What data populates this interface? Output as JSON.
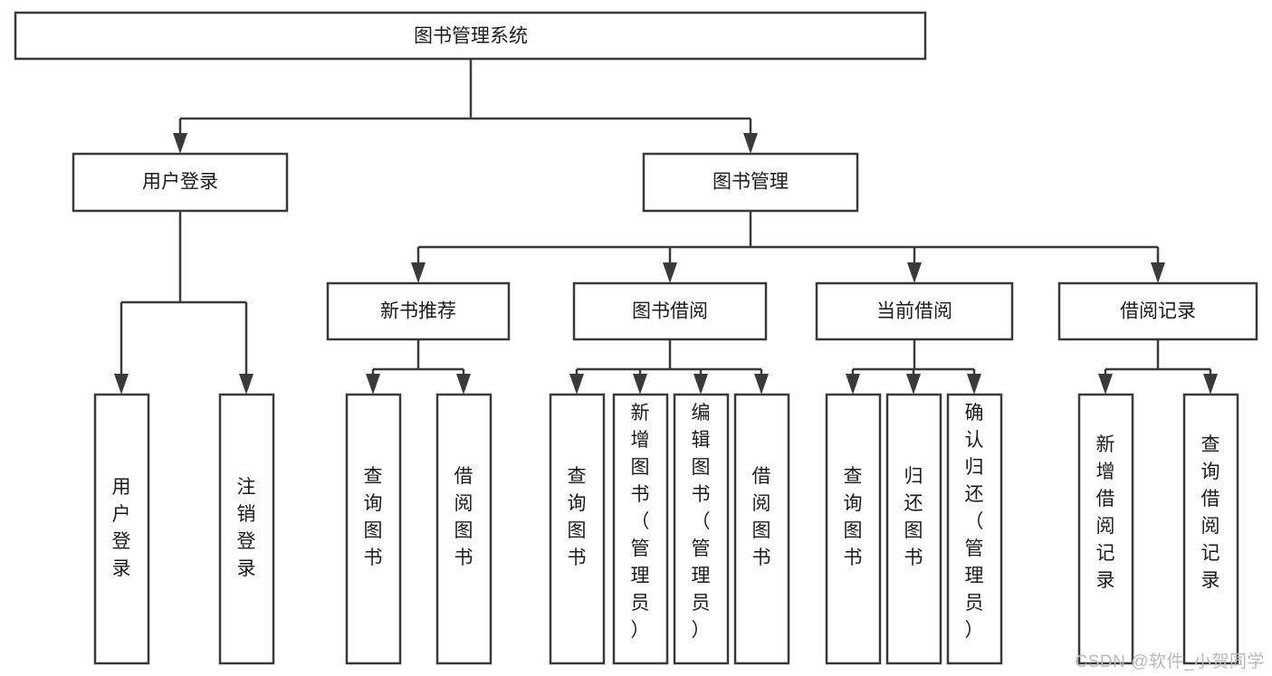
{
  "diagram": {
    "type": "tree-hierarchy-chart",
    "title": "图书管理系统",
    "watermark": "CSDN @软件_小贺同学",
    "accent_color": "#3a3a3a",
    "background_color": "#ffffff",
    "levels": 4,
    "root": {
      "label": "图书管理系统",
      "orientation": "horizontal"
    },
    "level2": [
      {
        "label": "用户登录",
        "orientation": "horizontal"
      },
      {
        "label": "图书管理",
        "orientation": "horizontal"
      }
    ],
    "level3": [
      {
        "label": "新书推荐",
        "orientation": "horizontal",
        "parent": "图书管理"
      },
      {
        "label": "图书借阅",
        "orientation": "horizontal",
        "parent": "图书管理"
      },
      {
        "label": "当前借阅",
        "orientation": "horizontal",
        "parent": "图书管理"
      },
      {
        "label": "借阅记录",
        "orientation": "horizontal",
        "parent": "图书管理"
      }
    ],
    "leaves": {
      "user_login": [
        {
          "label": "用户登录",
          "chars": [
            "用",
            "户",
            "登",
            "录"
          ]
        },
        {
          "label": "注销登录",
          "chars": [
            "注",
            "销",
            "登",
            "录"
          ]
        }
      ],
      "new_book_recommend": [
        {
          "label": "查询图书",
          "chars": [
            "查",
            "询",
            "图",
            "书"
          ]
        },
        {
          "label": "借阅图书",
          "chars": [
            "借",
            "阅",
            "图",
            "书"
          ]
        }
      ],
      "book_borrow": [
        {
          "label": "查询图书",
          "chars": [
            "查",
            "询",
            "图",
            "书"
          ]
        },
        {
          "label": "新增图书（管理员）",
          "chars": [
            "新",
            "增",
            "图",
            "书",
            "（",
            "管",
            "理",
            "员",
            "）"
          ]
        },
        {
          "label": "编辑图书（管理员）",
          "chars": [
            "编",
            "辑",
            "图",
            "书",
            "（",
            "管",
            "理",
            "员",
            "）"
          ]
        },
        {
          "label": "借阅图书",
          "chars": [
            "借",
            "阅",
            "图",
            "书"
          ]
        }
      ],
      "current_borrow": [
        {
          "label": "查询图书",
          "chars": [
            "查",
            "询",
            "图",
            "书"
          ]
        },
        {
          "label": "归还图书",
          "chars": [
            "归",
            "还",
            "图",
            "书"
          ]
        },
        {
          "label": "确认归还（管理员）",
          "chars": [
            "确",
            "认",
            "归",
            "还",
            "（",
            "管",
            "理",
            "员",
            "）"
          ]
        }
      ],
      "borrow_record": [
        {
          "label": "新增借阅记录",
          "chars": [
            "新",
            "增",
            "借",
            "阅",
            "记",
            "录"
          ]
        },
        {
          "label": "查询借阅记录",
          "chars": [
            "查",
            "询",
            "借",
            "阅",
            "记",
            "录"
          ]
        }
      ]
    }
  }
}
